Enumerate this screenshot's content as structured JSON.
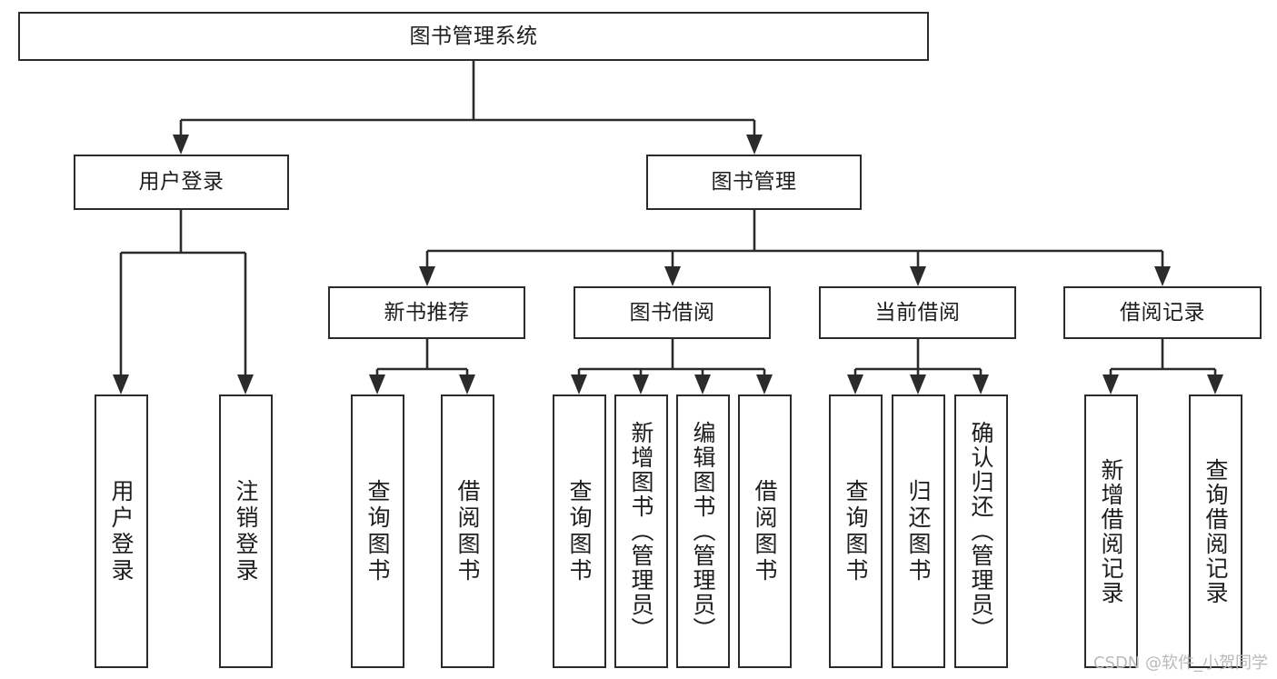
{
  "diagram": {
    "title": "图书管理系统",
    "type": "tree-hierarchy",
    "watermark": "CSDN @软件_小贺同学",
    "colors": {
      "stroke": "#2b2b2b",
      "fill": "#ffffff",
      "text": "#1d1d1d",
      "watermark": "#b9b9b9"
    }
  },
  "nodes": {
    "root": {
      "label": "图书管理系统"
    },
    "level2": [
      {
        "label": "用户登录"
      },
      {
        "label": "图书管理"
      }
    ],
    "level3": [
      {
        "label": "新书推荐"
      },
      {
        "label": "图书借阅"
      },
      {
        "label": "当前借阅"
      },
      {
        "label": "借阅记录"
      }
    ],
    "leaves": {
      "user_login": [
        {
          "label": "用户登录"
        },
        {
          "label": "注销登录"
        }
      ],
      "new_book": [
        {
          "label": "查询图书"
        },
        {
          "label": "借阅图书"
        }
      ],
      "book_borrow": [
        {
          "label": "查询图书"
        },
        {
          "label": "新增图书（管理员）"
        },
        {
          "label": "编辑图书（管理员）"
        },
        {
          "label": "借阅图书"
        }
      ],
      "current_borrow": [
        {
          "label": "查询图书"
        },
        {
          "label": "归还图书"
        },
        {
          "label": "确认归还（管理员）"
        }
      ],
      "borrow_record": [
        {
          "label": "新增借阅记录"
        },
        {
          "label": "查询借阅记录"
        }
      ]
    }
  }
}
